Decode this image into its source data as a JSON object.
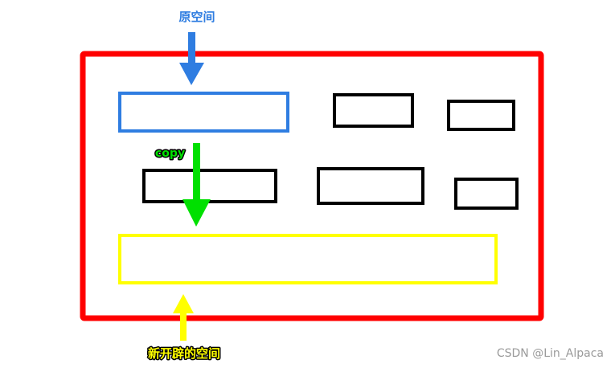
{
  "labels": {
    "original_space": "原空间",
    "copy": "copy",
    "new_space": "新开辟的空间"
  },
  "watermark": "CSDN @Lin_Alpaca",
  "colors": {
    "outer_frame": "#ff0000",
    "original_space": "#2f7de1",
    "copy_arrow": "#00e000",
    "new_space": "#ffff00",
    "memory_block": "#000000",
    "original_arrow": "#2f7de1",
    "new_arrow": "#ffff00"
  }
}
